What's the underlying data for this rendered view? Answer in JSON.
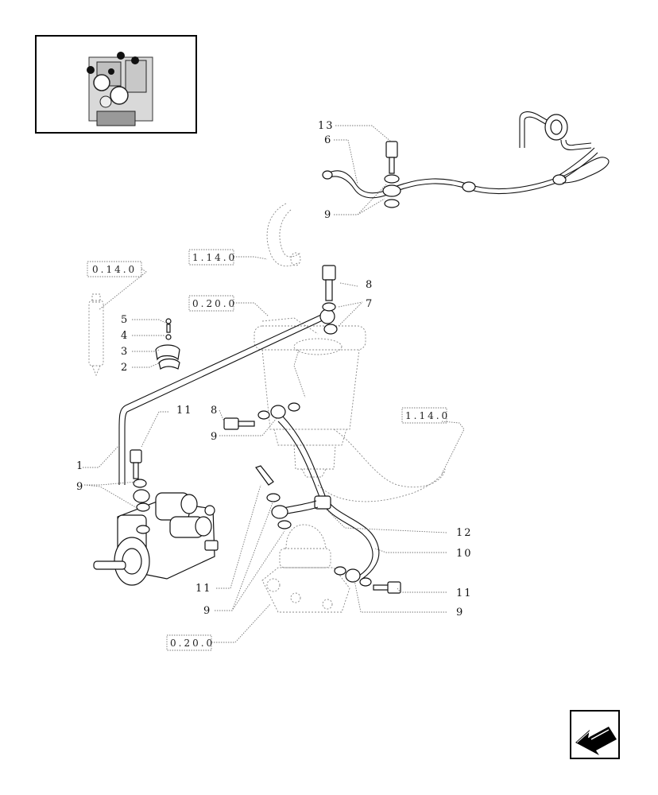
{
  "callouts": {
    "c1": "1",
    "c2": "2",
    "c3": "3",
    "c4": "4",
    "c5": "5",
    "c6": "6",
    "c7": "7",
    "c8a": "8",
    "c8b": "8",
    "c9a": "9",
    "c9b": "9",
    "c9c": "9",
    "c9d": "9",
    "c9e": "9",
    "c10": "10",
    "c11a": "11",
    "c11b": "11",
    "c11c": "11",
    "c12": "12",
    "c13": "13"
  },
  "references": {
    "r1": "0.14.0",
    "r2": "1.14.0",
    "r3": "0.20.0",
    "r4": "1.14.0",
    "r5": "0.20.0"
  },
  "icons": {
    "thumbnail": "engine-thumbnail-icon",
    "navigation": "back-arrow-icon"
  }
}
